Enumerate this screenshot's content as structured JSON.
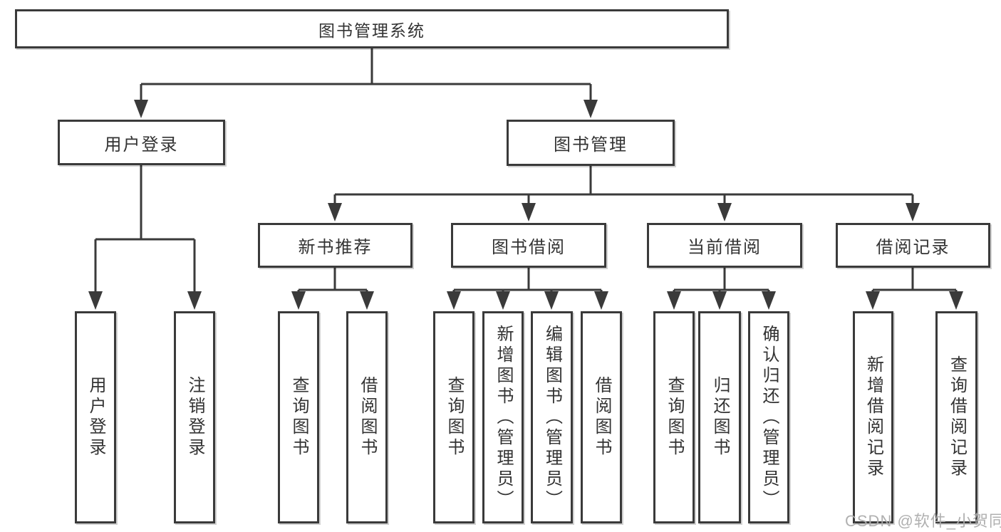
{
  "diagram": {
    "type": "hierarchy-tree",
    "tree": {
      "label": "图书管理系统",
      "children": [
        {
          "label": "用户登录",
          "children": [
            {
              "label": "用户登录"
            },
            {
              "label": "注销登录"
            }
          ]
        },
        {
          "label": "图书管理",
          "children": [
            {
              "label": "新书推荐",
              "children": [
                {
                  "label": "查询图书"
                },
                {
                  "label": "借阅图书"
                }
              ]
            },
            {
              "label": "图书借阅",
              "children": [
                {
                  "label": "查询图书"
                },
                {
                  "label": "新增图书（管理员）"
                },
                {
                  "label": "编辑图书（管理员）"
                },
                {
                  "label": "借阅图书"
                }
              ]
            },
            {
              "label": "当前借阅",
              "children": [
                {
                  "label": "查询图书"
                },
                {
                  "label": "归还图书"
                },
                {
                  "label": "确认归还（管理员）"
                }
              ]
            },
            {
              "label": "借阅记录",
              "children": [
                {
                  "label": "新增借阅记录"
                },
                {
                  "label": "查询借阅记录"
                }
              ]
            }
          ]
        }
      ]
    },
    "colors": {
      "line": "#3a3a3a",
      "box_border": "#3a3a3a",
      "box_fill": "#ffffff",
      "text": "#333333",
      "watermark": "#acacac",
      "background": "#ffffff"
    }
  },
  "watermark": "CSDN @软件_小贺同学"
}
